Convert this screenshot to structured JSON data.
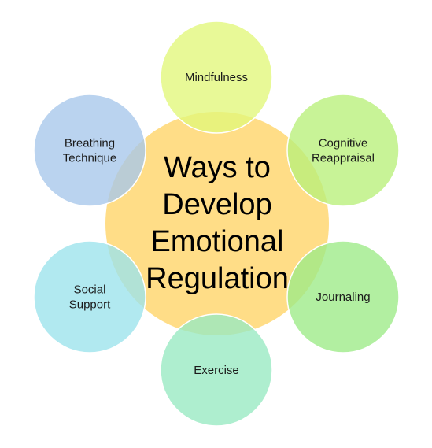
{
  "center": {
    "lines": [
      "Ways to",
      "Develop",
      "Emotional",
      "Regulation"
    ],
    "color": "#FFD97A"
  },
  "satellites": [
    {
      "id": "mindfulness",
      "lines": [
        "Mindfulness"
      ],
      "color": "#E2F77A"
    },
    {
      "id": "cognitive-reappraisal",
      "lines": [
        "Cognitive",
        "Reappraisal"
      ],
      "color": "#B9F07A"
    },
    {
      "id": "journaling",
      "lines": [
        "Journaling"
      ],
      "color": "#9CEB86"
    },
    {
      "id": "exercise",
      "lines": [
        "Exercise"
      ],
      "color": "#97E9C2"
    },
    {
      "id": "social-support",
      "lines": [
        "Social",
        "Support"
      ],
      "color": "#9BE3EC"
    },
    {
      "id": "breathing-technique",
      "lines": [
        "Breathing",
        "Technique"
      ],
      "color": "#A6C6EA"
    }
  ]
}
